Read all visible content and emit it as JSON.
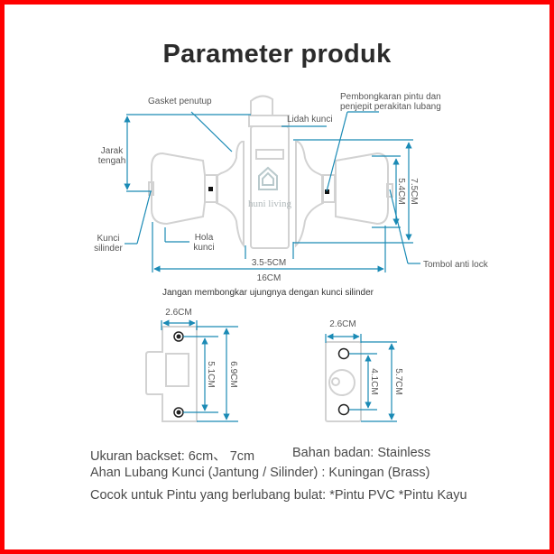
{
  "title": "Parameter produk",
  "watermark": "huni living",
  "colors": {
    "border": "#ff0000",
    "dimension": "#1a8ab5",
    "outline": "#d0d0d0",
    "text": "#555555"
  },
  "labels": {
    "gasket": "Gasket penutup",
    "lidah": "Lidah kunci",
    "pembongkaran_line1": "Pembongkaran pintu dan",
    "pembongkaran_line2": "penjepit perakitan lubang",
    "jarak_line1": "Jarak",
    "jarak_line2": "tengah",
    "kunci_line1": "Kunci",
    "kunci_line2": "silinder",
    "hola_line1": "Hola",
    "hola_line2": "kunci",
    "tombol": "Tombol anti lock",
    "warning": "Jangan membongkar ujungnya dengan kunci silinder"
  },
  "dimensions": {
    "door_thickness": "3.5-5CM",
    "total_length": "16CM",
    "knob_height_inner": "5.4CM",
    "rose_height": "7.5CM",
    "strike_plate_width": "2.6CM",
    "strike_plate_hole_spacing": "5.1CM",
    "strike_plate_height": "6.9CM",
    "latch_plate_width": "2.6CM",
    "latch_plate_hole_spacing": "4.1CM",
    "latch_plate_height": "5.7CM"
  },
  "specs": {
    "backset": "Ukuran backset: 6cm、 7cm",
    "body_material": "Bahan badan: Stainless",
    "cylinder_material": "Ahan Lubang Kunci (Jantung / Silinder) : Kuningan (Brass)",
    "suitable_for": "Cocok untuk Pintu yang berlubang bulat: *Pintu PVC *Pintu Kayu"
  }
}
